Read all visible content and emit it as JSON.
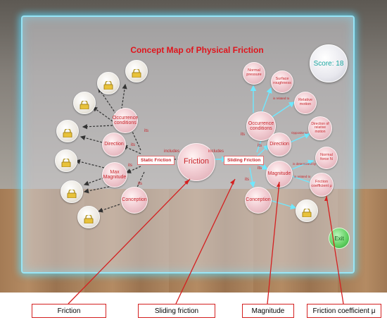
{
  "title": "Concept Map of Physical Friction",
  "score": "Score: 18",
  "exit_label": "Exit",
  "center": "Friction",
  "left_tag": "Static Friction",
  "right_tag": "Sliding Friction",
  "relations": {
    "includes": "includes",
    "its": "its"
  },
  "left_nodes": [
    "Occurrence conditions",
    "Direction",
    "Max Magnitude",
    "Conception"
  ],
  "right_nodes": [
    "Occurrence conditions",
    "Direction",
    "Magnitude",
    "Conception"
  ],
  "right_leaves": [
    "Normal pressure",
    "Surface roughness",
    "Relative motion",
    "Direction of relative motion",
    "Normal force N",
    "Friction coefficient μ"
  ],
  "right_edge_labels": [
    "is related to",
    "Opposite to",
    "is determined by",
    "is related to"
  ],
  "callouts": [
    "Friction",
    "Sliding friction",
    "Magnitude",
    "Friction coefficient μ"
  ],
  "colors": {
    "node_text": "#c8252b",
    "title": "#e0141c",
    "frame_glow": "#5adcff",
    "score_text": "#1aa6a0",
    "callout_line": "#d42020"
  }
}
